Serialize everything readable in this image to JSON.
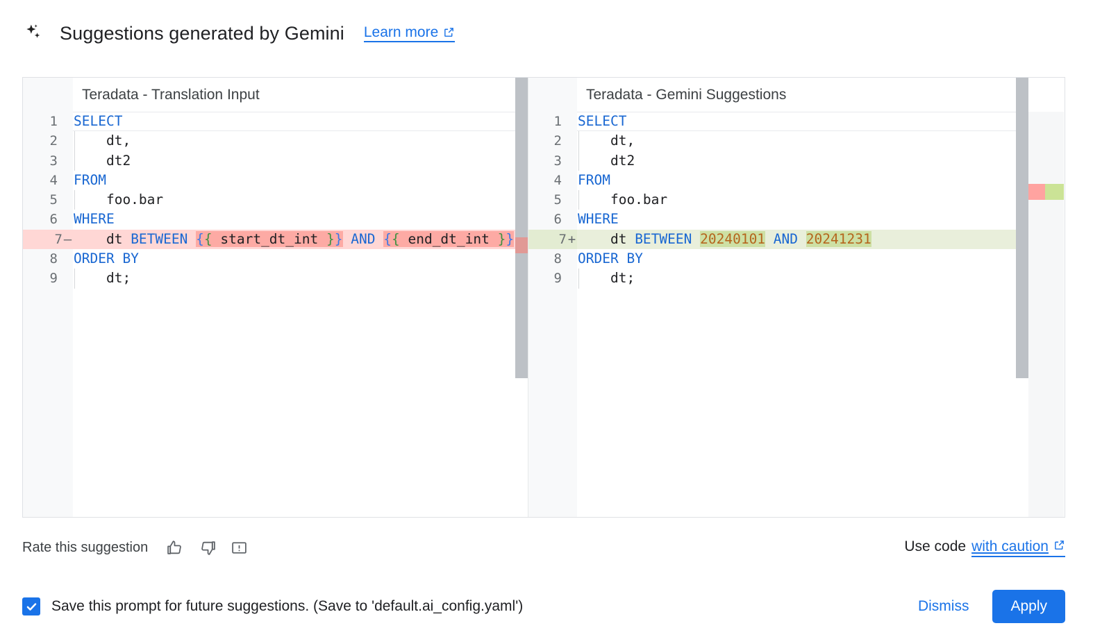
{
  "header": {
    "icon": "sparkle-icon",
    "title": "Suggestions generated by Gemini",
    "learn_more_label": "Learn more",
    "external_icon": "external-link-icon"
  },
  "diff": {
    "left": {
      "title": "Teradata - Translation Input",
      "lines": [
        {
          "n": "1",
          "sign": "",
          "state": "active",
          "indent": false,
          "parts": [
            {
              "t": "SELECT",
              "c": "kw"
            }
          ]
        },
        {
          "n": "2",
          "sign": "",
          "state": "",
          "indent": true,
          "parts": [
            {
              "t": "    dt,",
              "c": ""
            }
          ]
        },
        {
          "n": "3",
          "sign": "",
          "state": "",
          "indent": true,
          "parts": [
            {
              "t": "    dt2",
              "c": ""
            }
          ]
        },
        {
          "n": "4",
          "sign": "",
          "state": "",
          "indent": false,
          "parts": [
            {
              "t": "FROM",
              "c": "kw"
            }
          ]
        },
        {
          "n": "5",
          "sign": "",
          "state": "",
          "indent": true,
          "parts": [
            {
              "t": "    foo.bar",
              "c": ""
            }
          ]
        },
        {
          "n": "6",
          "sign": "",
          "state": "",
          "indent": false,
          "parts": [
            {
              "t": "WHERE",
              "c": "kw"
            }
          ]
        },
        {
          "n": "7",
          "sign": "—",
          "state": "del",
          "indent": false,
          "parts": [
            {
              "t": "    dt ",
              "c": ""
            },
            {
              "t": "BETWEEN",
              "c": "kw"
            },
            {
              "t": " ",
              "c": ""
            },
            {
              "t": "{",
              "c": "br1 tok-del"
            },
            {
              "t": "{",
              "c": "br2 tok-del"
            },
            {
              "t": " start_dt_int ",
              "c": "tok-del"
            },
            {
              "t": "}",
              "c": "br2 tok-del"
            },
            {
              "t": "}",
              "c": "br1 tok-del"
            },
            {
              "t": " ",
              "c": ""
            },
            {
              "t": "AND",
              "c": "kw"
            },
            {
              "t": " ",
              "c": ""
            },
            {
              "t": "{",
              "c": "br1 tok-del"
            },
            {
              "t": "{",
              "c": "br2 tok-del"
            },
            {
              "t": " end_dt_int ",
              "c": "tok-del"
            },
            {
              "t": "}",
              "c": "br2 tok-del"
            },
            {
              "t": "}",
              "c": "br1 tok-del"
            }
          ]
        },
        {
          "n": "8",
          "sign": "",
          "state": "",
          "indent": false,
          "parts": [
            {
              "t": "ORDER BY",
              "c": "kw"
            }
          ]
        },
        {
          "n": "9",
          "sign": "",
          "state": "",
          "indent": true,
          "parts": [
            {
              "t": "    dt;",
              "c": ""
            }
          ]
        }
      ]
    },
    "right": {
      "title": "Teradata - Gemini Suggestions",
      "lines": [
        {
          "n": "1",
          "sign": "",
          "state": "active",
          "indent": false,
          "parts": [
            {
              "t": "SELECT",
              "c": "kw"
            }
          ]
        },
        {
          "n": "2",
          "sign": "",
          "state": "",
          "indent": true,
          "parts": [
            {
              "t": "    dt,",
              "c": ""
            }
          ]
        },
        {
          "n": "3",
          "sign": "",
          "state": "",
          "indent": true,
          "parts": [
            {
              "t": "    dt2",
              "c": ""
            }
          ]
        },
        {
          "n": "4",
          "sign": "",
          "state": "",
          "indent": false,
          "parts": [
            {
              "t": "FROM",
              "c": "kw"
            }
          ]
        },
        {
          "n": "5",
          "sign": "",
          "state": "",
          "indent": true,
          "parts": [
            {
              "t": "    foo.bar",
              "c": ""
            }
          ]
        },
        {
          "n": "6",
          "sign": "",
          "state": "",
          "indent": false,
          "parts": [
            {
              "t": "WHERE",
              "c": "kw"
            }
          ]
        },
        {
          "n": "7",
          "sign": "+",
          "state": "add",
          "indent": false,
          "parts": [
            {
              "t": "    dt ",
              "c": ""
            },
            {
              "t": "BETWEEN",
              "c": "kw"
            },
            {
              "t": " ",
              "c": ""
            },
            {
              "t": "20240101",
              "c": "num-lit tok-add"
            },
            {
              "t": " ",
              "c": ""
            },
            {
              "t": "AND",
              "c": "kw"
            },
            {
              "t": " ",
              "c": ""
            },
            {
              "t": "20241231",
              "c": "num-lit tok-add"
            }
          ]
        },
        {
          "n": "8",
          "sign": "",
          "state": "",
          "indent": false,
          "parts": [
            {
              "t": "ORDER BY",
              "c": "kw"
            }
          ]
        },
        {
          "n": "9",
          "sign": "",
          "state": "",
          "indent": true,
          "parts": [
            {
              "t": "    dt;",
              "c": ""
            }
          ]
        }
      ]
    }
  },
  "rate": {
    "label": "Rate this suggestion",
    "thumb_up_icon": "thumb-up-icon",
    "thumb_down_icon": "thumb-down-icon",
    "report_icon": "report-issue-icon",
    "use_code_prefix": "Use code",
    "use_code_link": "with caution",
    "external_icon": "external-link-icon"
  },
  "footer": {
    "checkbox_checked": true,
    "checkbox_label": "Save this prompt for future suggestions. (Save to 'default.ai_config.yaml')",
    "dismiss_label": "Dismiss",
    "apply_label": "Apply"
  },
  "colors": {
    "accent": "#1a73e8",
    "diff_del_row": "#ffd7d5",
    "diff_del_token": "#fdaaa4",
    "diff_add_row": "#e9efdb",
    "diff_add_token": "#cde0a4",
    "keyword": "#1967d2",
    "number": "#b5651d"
  }
}
